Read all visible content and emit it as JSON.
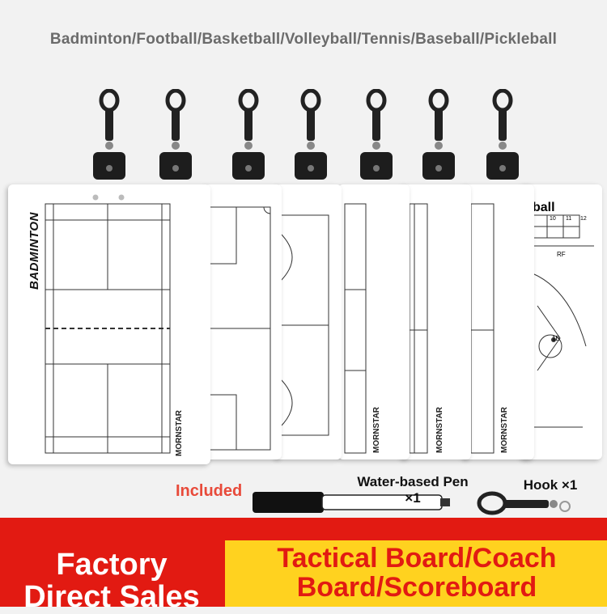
{
  "header": {
    "sports_list": "Badminton/Football/Basketball/Volleyball/Tennis/Baseball/Pickleball"
  },
  "boards": {
    "badminton_title": "BADMINTON",
    "baseball_title": "ball",
    "brand": "MORNSTAR",
    "baseball_labels": {
      "rf": "RF",
      "first_base": "1B",
      "col_a": "10",
      "col_b": "11",
      "col_c": "12"
    }
  },
  "accessories": {
    "included_label": "Included",
    "pen_label": "Water-based Pen ×1",
    "hook_label": "Hook ×1"
  },
  "banner": {
    "left_text": "Factory Direct Sales",
    "right_text": "Tactical Board/Coach Board/Scoreboard"
  },
  "colors": {
    "banner_red": "#e21a12",
    "banner_yellow": "#ffd21f",
    "included_red": "#e84a3a",
    "header_gray": "#6b6b6b"
  }
}
